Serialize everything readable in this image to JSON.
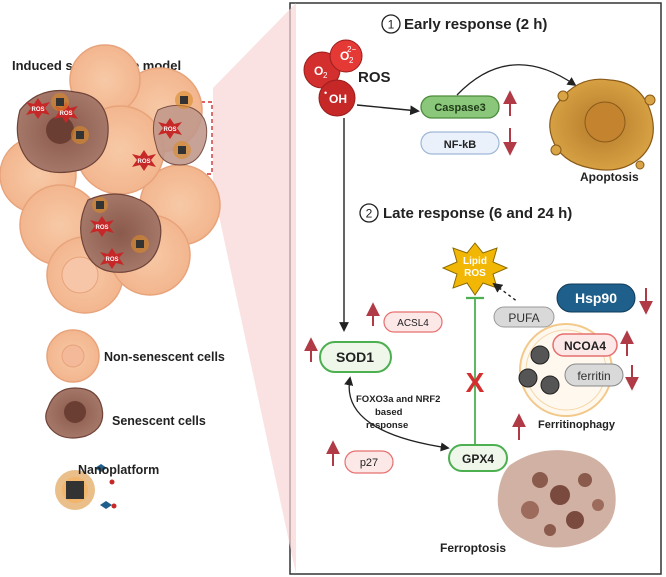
{
  "left": {
    "model_title": "Induced senescence model",
    "ros_tag": "ROS",
    "legend": [
      {
        "label": "Non-senescent cells",
        "icon": "non-senescent-cell-icon"
      },
      {
        "label": "Senescent cells",
        "icon": "senescent-cell-icon"
      },
      {
        "label": "Nanoplatform",
        "icon": "nanoplatform-icon"
      }
    ]
  },
  "right": {
    "early": {
      "number": "1",
      "title": "Early response (2 h)"
    },
    "late": {
      "number": "2",
      "title": "Late response (6 and 24 h)"
    },
    "ros": {
      "o2": "O",
      "o2_sub": "2",
      "o2m": "O",
      "o2m_sub": "2",
      "o2m_sup": "2−",
      "oh": "OH",
      "dot": "•",
      "label": "ROS"
    },
    "caspase": "Caspase3",
    "nfkb": "NF-kB",
    "apoptosis": "Apoptosis",
    "lipid_ros": [
      "Lipid",
      "ROS"
    ],
    "hsp90": "Hsp90",
    "pufa": "PUFA",
    "acsl4": "ACSL4",
    "sod1": "SOD1",
    "ncoa4": "NCOA4",
    "ferritin": "ferritin",
    "ferritinophagy": "Ferritinophagy",
    "foxo": [
      "FOXO3a and NRF2",
      "based",
      "response"
    ],
    "p27": "p27",
    "gpx4": "GPX4",
    "ferroptosis": "Ferroptosis",
    "inhibit_mark": "X"
  },
  "colors": {
    "up_arrow": "#b03a46",
    "down_arrow": "#b03a46",
    "green": "#4caf50",
    "red_badge": "#e76f6f",
    "ros_red": "#c62828",
    "hsp90_blue": "#1f5f8b",
    "lipid_yellow": "#f2b705"
  }
}
